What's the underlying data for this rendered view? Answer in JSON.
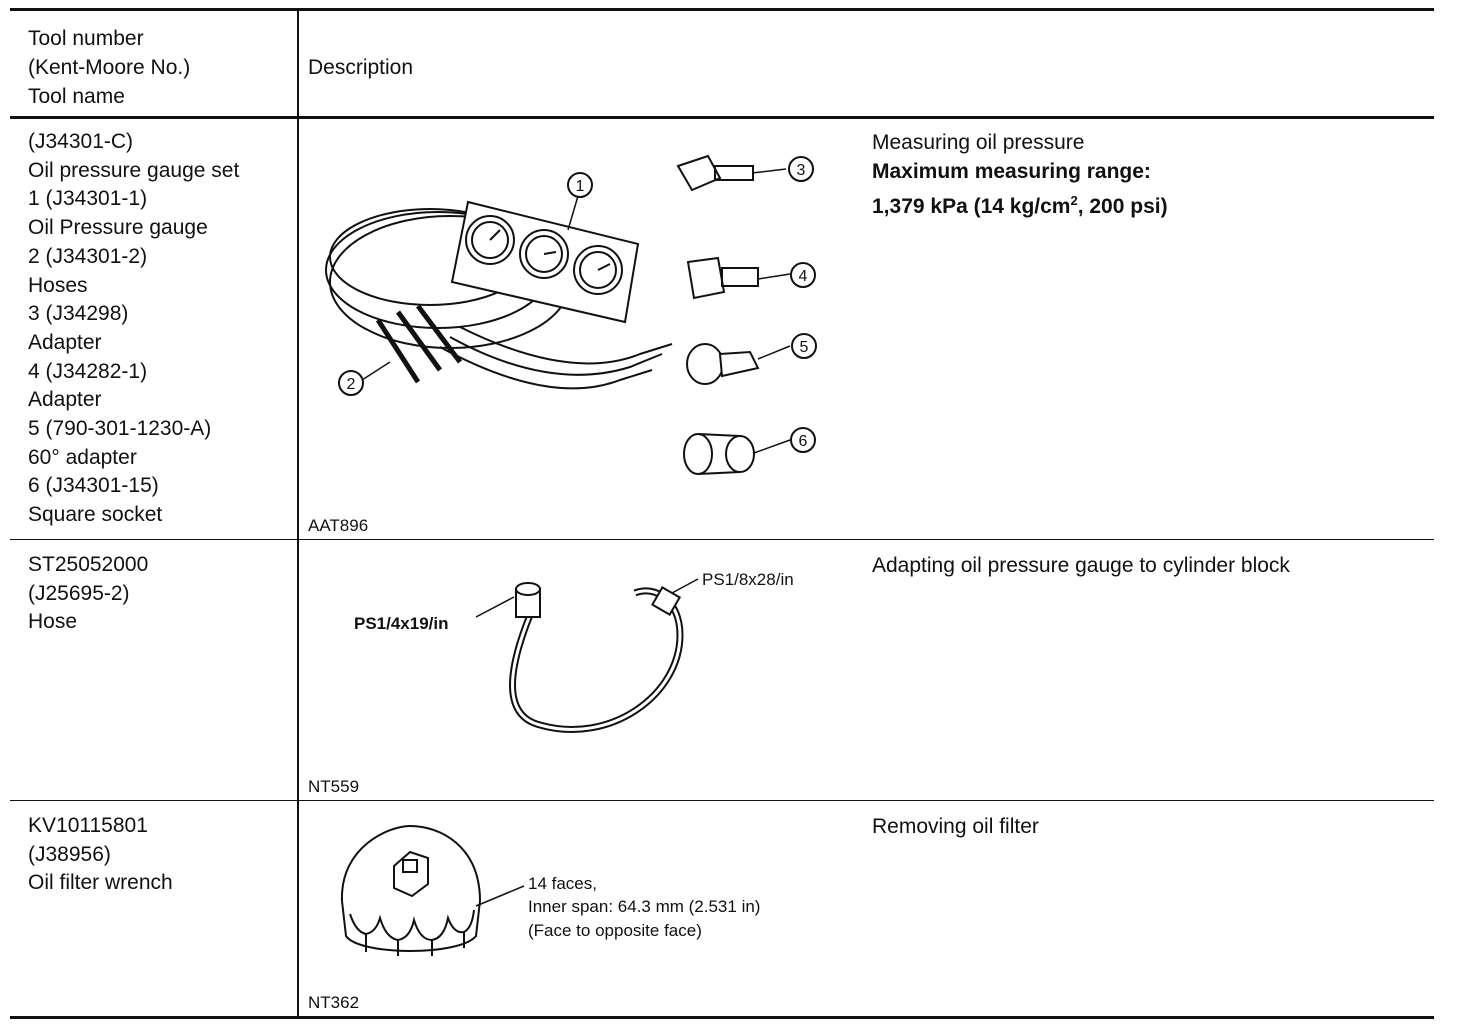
{
  "header": {
    "left_lines": [
      "Tool number",
      "(Kent-Moore No.)",
      "Tool name"
    ],
    "description": "Description"
  },
  "rows": [
    {
      "left_lines": [
        "(J34301-C)",
        "Oil pressure gauge set",
        "1 (J34301-1)",
        "Oil Pressure gauge",
        "2 (J34301-2)",
        "Hoses",
        "3 (J34298)",
        "Adapter",
        "4 (J34282-1)",
        "Adapter",
        "5 (790-301-1230-A)",
        "60° adapter",
        "6 (J34301-15)",
        "Square socket"
      ],
      "image_code": "AAT896",
      "callouts": [
        "1",
        "2",
        "3",
        "4",
        "5",
        "6"
      ],
      "description": "Measuring oil pressure",
      "range_label": "Maximum measuring range:",
      "range_value_pre": "1,379 kPa (14 kg/cm",
      "range_value_sup": "2",
      "range_value_post": ", 200 psi)"
    },
    {
      "left_lines": [
        "ST25052000",
        "(J25695-2)",
        "Hose"
      ],
      "image_code": "NT559",
      "label_left": "PS1/4x19/in",
      "label_right": "PS1/8x28/in",
      "description": "Adapting oil pressure gauge to cylinder block"
    },
    {
      "left_lines": [
        "KV10115801",
        "(J38956)",
        "Oil filter wrench"
      ],
      "image_code": "NT362",
      "note_lines": [
        "14 faces,",
        "Inner span: 64.3 mm (2.531 in)",
        "(Face to opposite face)"
      ],
      "description": "Removing oil filter"
    }
  ]
}
